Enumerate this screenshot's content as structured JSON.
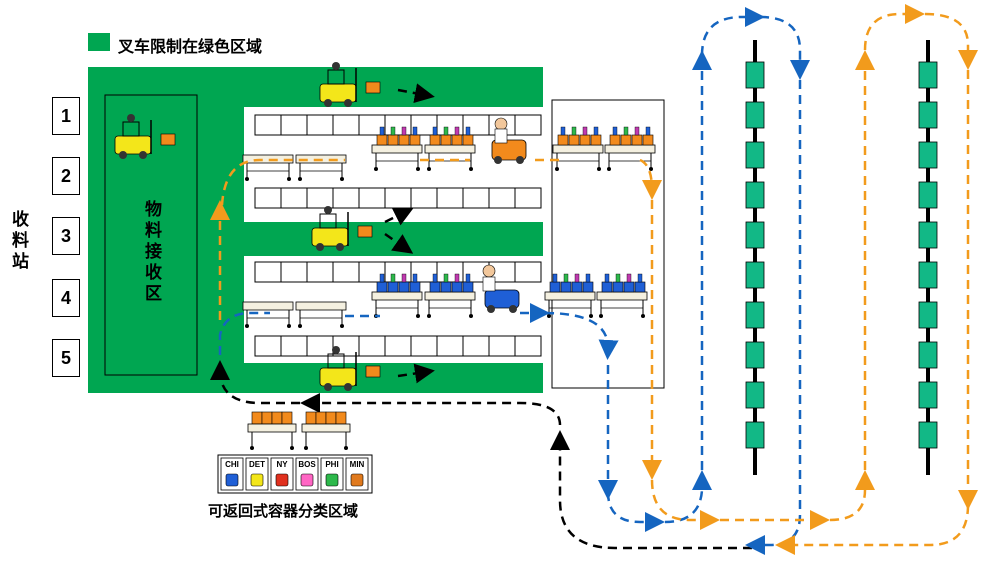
{
  "legend": {
    "label": "叉车限制在绿色区域",
    "color": "#00a651"
  },
  "receiving_station": "收料站",
  "material_area": "物料接收区",
  "container_area": "可返回式容器分类区域",
  "docks": [
    "1",
    "2",
    "3",
    "4",
    "5"
  ],
  "bins": [
    "CHI",
    "DET",
    "NY",
    "BOS",
    "PHI",
    "MIN"
  ],
  "bin_colors": [
    "#1f5fd6",
    "#f3e61a",
    "#e0301e",
    "#ff66c4",
    "#2db84b",
    "#e07a1e"
  ],
  "colors": {
    "zone": "#00a651",
    "blue_path": "#1565c0",
    "orange_path": "#f29b1c",
    "black_path": "#000000",
    "teal": "#12b886"
  }
}
